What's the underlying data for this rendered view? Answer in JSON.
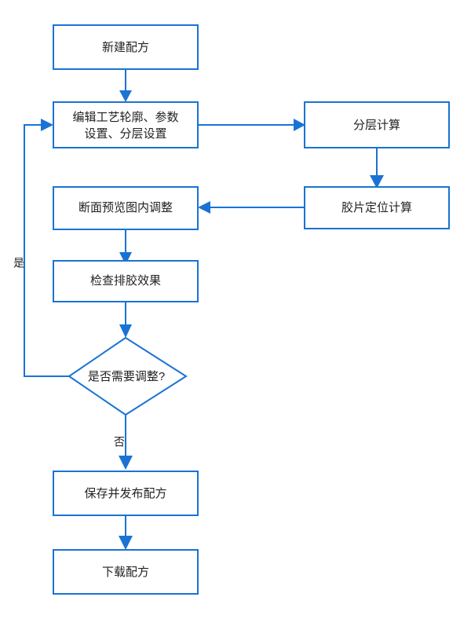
{
  "diagram": {
    "type": "flowchart",
    "orientation": "top-to-bottom",
    "accent_color": "#1a73d4",
    "node_fill": "#ffffff",
    "text_color": "#222222",
    "background": "#ffffff",
    "nodes": [
      {
        "id": "new-recipe",
        "shape": "rectangle",
        "label": "新建配方"
      },
      {
        "id": "edit-process",
        "shape": "rectangle",
        "label_line1": "编辑工艺轮廓、参数",
        "label_line2": "设置、分层设置"
      },
      {
        "id": "layer-calc",
        "shape": "rectangle",
        "label": "分层计算"
      },
      {
        "id": "film-position-calc",
        "shape": "rectangle",
        "label": "胶片定位计算"
      },
      {
        "id": "section-preview",
        "shape": "rectangle",
        "label": "断面预览图内调整"
      },
      {
        "id": "check-drain",
        "shape": "rectangle",
        "label": "检查排胶效果"
      },
      {
        "id": "need-adjust",
        "shape": "diamond",
        "label": "是否需要调整?"
      },
      {
        "id": "save-publish",
        "shape": "rectangle",
        "label": "保存并发布配方"
      },
      {
        "id": "download-recipe",
        "shape": "rectangle",
        "label": "下载配方"
      }
    ],
    "edge_labels": {
      "yes": "是",
      "no": "否"
    }
  }
}
